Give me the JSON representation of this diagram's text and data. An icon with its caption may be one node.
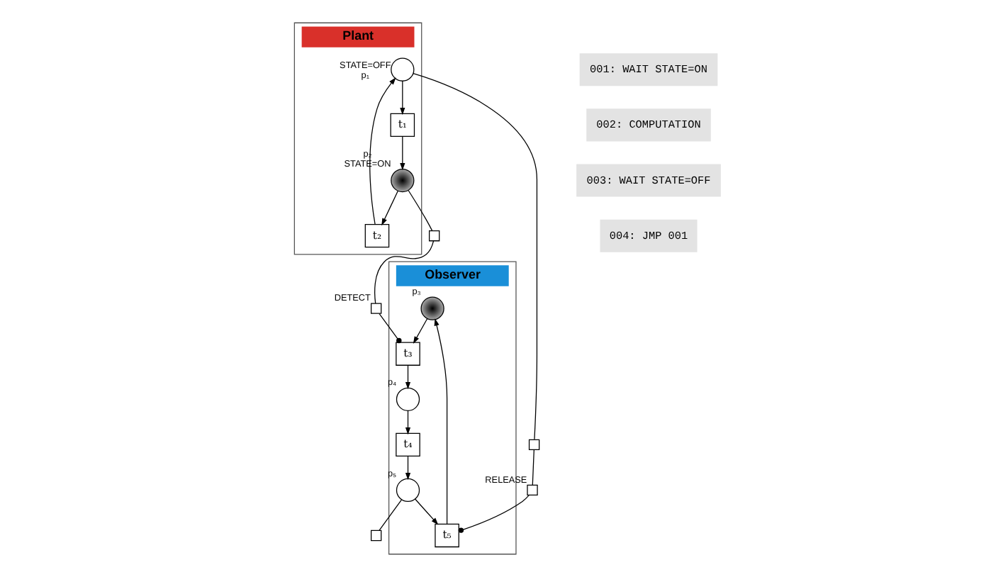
{
  "diagram": {
    "nodes": [
      {
        "text": [
          "Plant"
        ]
      },
      {
        "text": [],
        "shape": "circle",
        "in": 0,
        "beside": [
          "STATE=OFF",
          "p₁"
        ]
      },
      {
        "text": [
          "t₁"
        ],
        "in": 0
      },
      {
        "text": [
          "t₂"
        ],
        "in": 0
      },
      {
        "text": [],
        "shape": "circle",
        "in": 0,
        "beside": [
          "p₂",
          "STATE=ON"
        ]
      },
      {
        "text": [],
        "shape": "box"
      },
      {
        "text": [],
        "shape": "box"
      },
      {
        "text": [
          "Observer"
        ]
      },
      {
        "text": [],
        "shape": "box",
        "beside": [
          "DETECT"
        ]
      },
      {
        "text": [],
        "shape": "box",
        "beside": [
          "RELEASE"
        ]
      },
      {
        "text": [],
        "shape": "circle",
        "in": 7,
        "beside": [
          "p₃"
        ]
      },
      {
        "text": [
          "t₃"
        ],
        "in": 7
      },
      {
        "text": [],
        "shape": "circle",
        "in": 7,
        "beside": [
          "p₄"
        ]
      },
      {
        "text": [
          "t₄"
        ],
        "in": 7
      },
      {
        "text": [],
        "shape": "circle",
        "in": 7,
        "beside": [
          "p₅"
        ]
      },
      {
        "text": [
          "t₅"
        ],
        "in": 7
      },
      {
        "text": [],
        "shape": "box"
      }
    ],
    "edges": [
      {
        "from": 1,
        "to": 2,
        "arrow": "to"
      },
      {
        "from": 2,
        "to": 4,
        "arrow": "to"
      },
      {
        "from": 4,
        "to": 3,
        "arrow": "to"
      },
      {
        "from": 3,
        "to": 1,
        "arrow": "to"
      },
      {
        "from": 1,
        "to": 5,
        "arrow": "none"
      },
      {
        "from": 4,
        "to": 6,
        "arrow": "none"
      },
      {
        "from": 6,
        "to": 8,
        "arrow": "none"
      },
      {
        "from": 5,
        "to": 9,
        "arrow": "none"
      },
      {
        "from": 8,
        "to": 11,
        "arrow": "other"
      },
      {
        "from": 9,
        "to": 15,
        "arrow": "other"
      },
      {
        "from": 10,
        "to": 11,
        "arrow": "to"
      },
      {
        "from": 11,
        "to": 12,
        "arrow": "to"
      },
      {
        "from": 12,
        "to": 13,
        "arrow": "to"
      },
      {
        "from": 13,
        "to": 14,
        "arrow": "to"
      },
      {
        "from": 14,
        "to": 15,
        "arrow": "to"
      },
      {
        "from": 15,
        "to": 10,
        "arrow": "to"
      },
      {
        "from": 14,
        "to": 16,
        "arrow": "none"
      }
    ],
    "labels": [
      "001: WAIT STATE=ON",
      "002: COMPUTATION",
      "003: WAIT STATE=OFF",
      "004: JMP 001"
    ]
  }
}
